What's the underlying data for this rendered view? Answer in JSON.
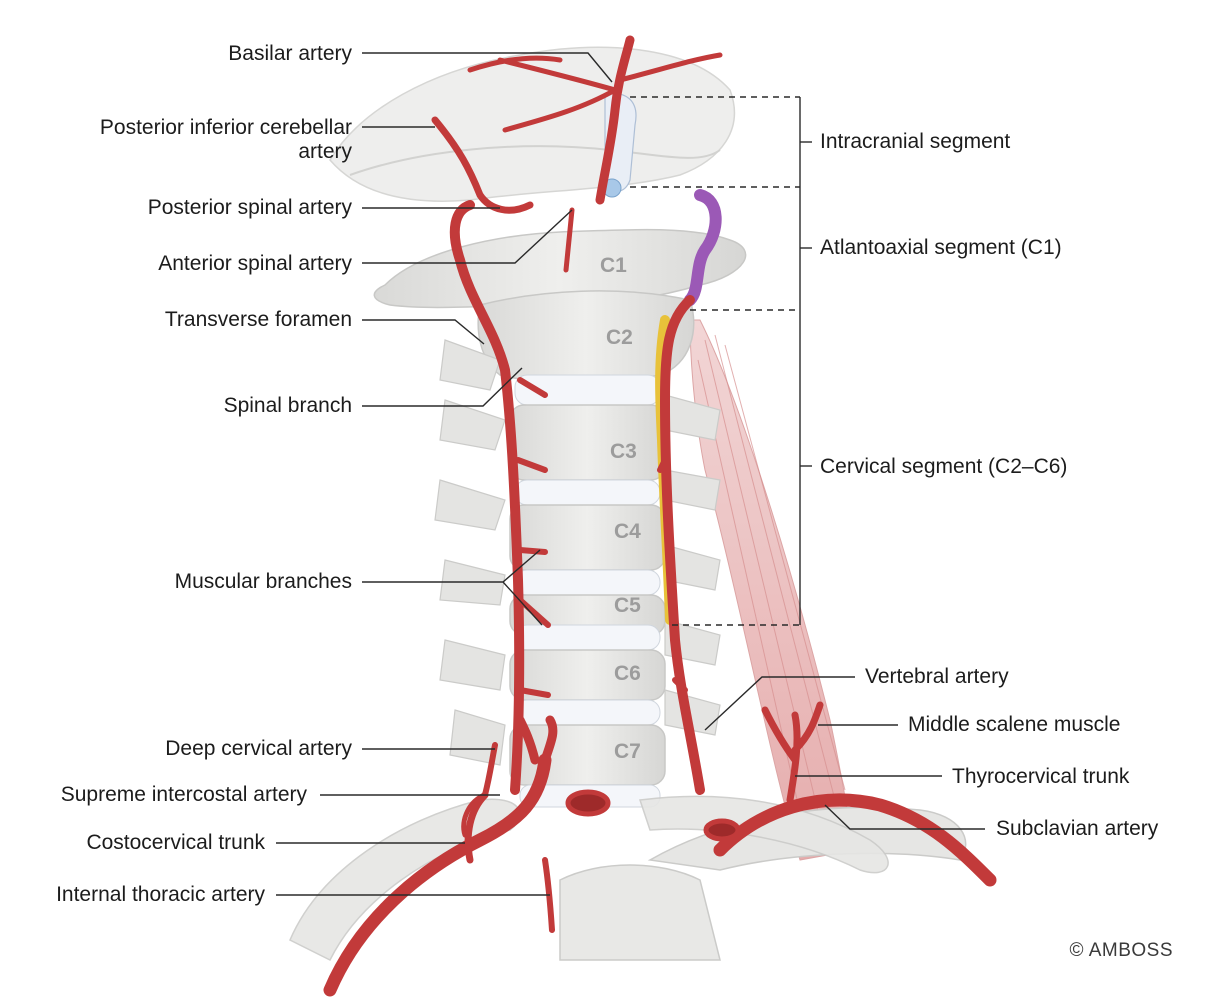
{
  "labels_left": {
    "basilar": "Basilar artery",
    "pica_line1": "Posterior inferior cerebellar",
    "pica_line2": "artery",
    "posterior_spinal": "Posterior spinal artery",
    "anterior_spinal": "Anterior spinal artery",
    "transverse_foramen": "Transverse foramen",
    "spinal_branch": "Spinal branch",
    "muscular_branches": "Muscular branches",
    "deep_cervical": "Deep cervical artery",
    "supreme_intercostal": "Supreme intercostal artery",
    "costocervical": "Costocervical trunk",
    "internal_thoracic": "Internal thoracic artery"
  },
  "labels_right": {
    "intracranial": "Intracranial segment",
    "atlantoaxial": "Atlantoaxial segment (C1)",
    "cervical": "Cervical segment (C2–C6)",
    "vertebral": "Vertebral artery",
    "middle_scalene": "Middle scalene muscle",
    "thyrocervical": "Thyrocervical trunk",
    "subclavian": "Subclavian artery"
  },
  "vertebrae": [
    "C1",
    "C2",
    "C3",
    "C4",
    "C5",
    "C6",
    "C7"
  ],
  "credit": "© AMBOSS",
  "colors": {
    "artery": "#c23a3a",
    "artery_dark": "#9e2a2a",
    "bone": "#e6e6e4",
    "bone_edge": "#c8c8c6",
    "disc": "#f4f6fa",
    "muscle": "#e8b4b4",
    "nerve": "#e8c23a",
    "ligament_purple": "#9b59b6",
    "leader": "#2a2a2a"
  }
}
